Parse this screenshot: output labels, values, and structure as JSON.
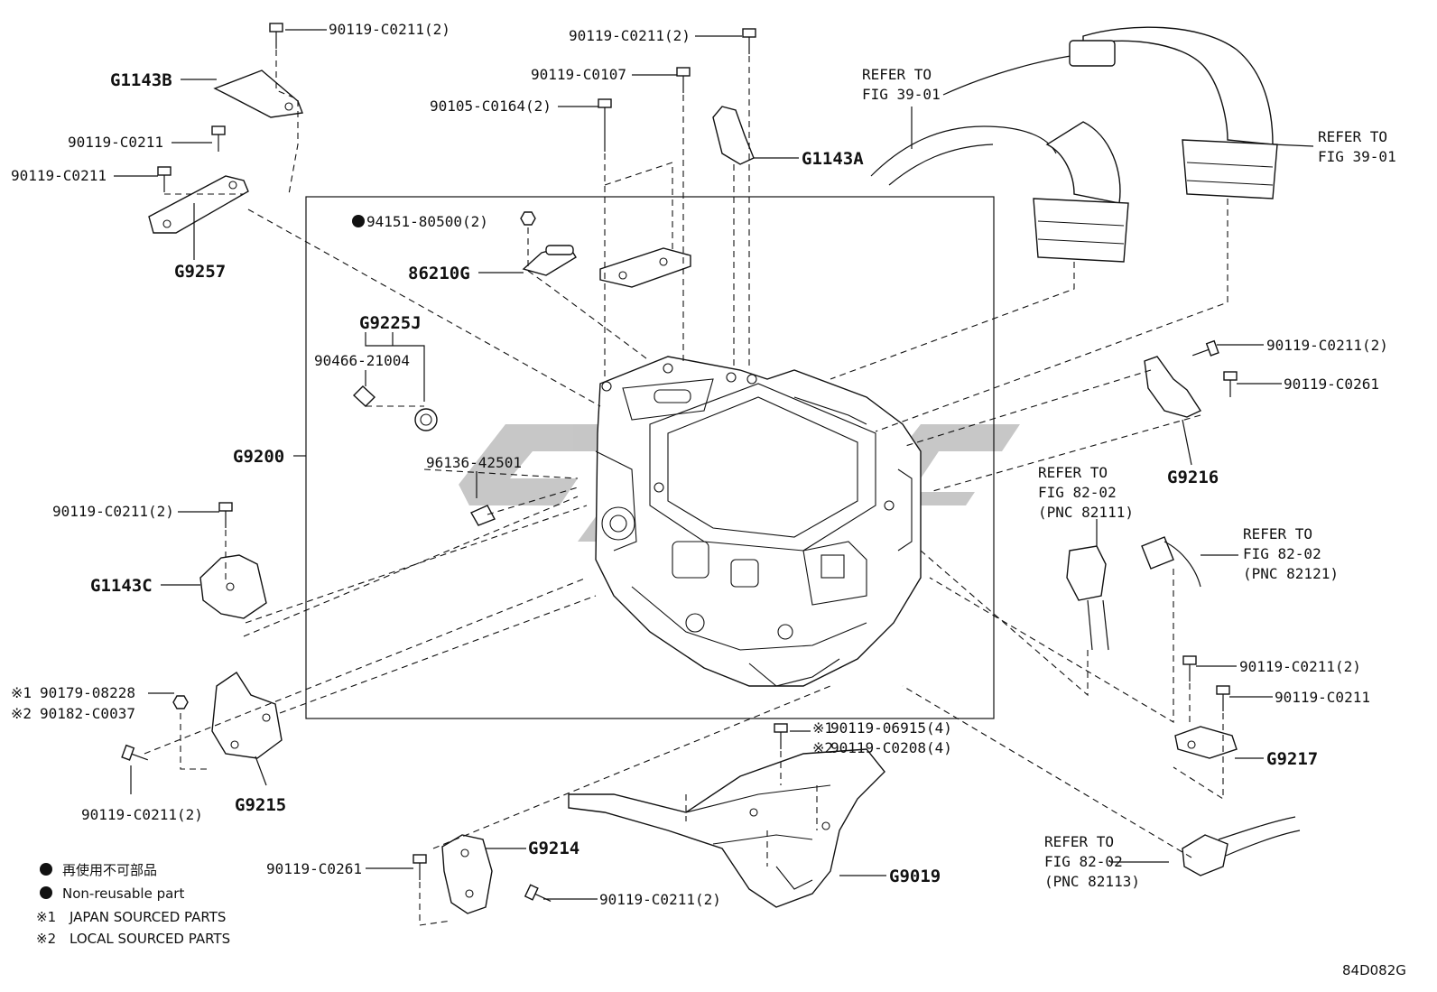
{
  "parts": {
    "p_90119_c0211_2_top": "90119-C0211(2)",
    "p_g1143b": "G1143B",
    "p_90119_c0211_a": "90119-C0211",
    "p_90119_c0211_b": "90119-C0211",
    "p_g9257": "G9257",
    "p_90119_c0211_2_topmid": "90119-C0211(2)",
    "p_90119_c0107": "90119-C0107",
    "p_90105_c0164_2": "90105-C0164(2)",
    "p_g1143a": "G1143A",
    "p_94151_80500_2": "94151-80500(2)",
    "p_86210g": "86210G",
    "p_g9225j": "G9225J",
    "p_90466_21004": "90466-21004",
    "p_96136_42501": "96136-42501",
    "p_g9200": "G9200",
    "p_90119_c0211_2_left": "90119-C0211(2)",
    "p_g1143c": "G1143C",
    "p_90179_08228": "90179-08228",
    "p_90182_c0037": "90182-C0037",
    "p_90119_c0211_2_bl": "90119-C0211(2)",
    "p_g9215": "G9215",
    "p_90119_c0261_bottom": "90119-C0261",
    "p_g9214": "G9214",
    "p_90119_c0211_2_bottom": "90119-C0211(2)",
    "p_90119_06915_4": "90119-06915(4)",
    "p_90119_c0208_4": "90119-C0208(4)",
    "p_g9019": "G9019",
    "p_90119_c0211_2_right": "90119-C0211(2)",
    "p_90119_c0261_right": "90119-C0261",
    "p_g9216": "G9216",
    "p_90119_c0211_2_br": "90119-C0211(2)",
    "p_90119_c0211_br": "90119-C0211",
    "p_g9217": "G9217"
  },
  "marks": {
    "japan": "※1",
    "local": "※2"
  },
  "refs": {
    "refer_to": "REFER TO",
    "fig_39_01_a": "FIG 39-01",
    "fig_39_01_b": "FIG 39-01",
    "fig_82_02_a": "FIG 82-02",
    "pnc_82111": "(PNC 82111)",
    "fig_82_02_b": "FIG 82-02",
    "pnc_82121": "(PNC 82121)",
    "fig_82_02_c": "FIG 82-02",
    "pnc_82113": "(PNC 82113)"
  },
  "legend": {
    "non_reusable_jp": "再使用不可部品",
    "non_reusable_en": "Non-reusable part",
    "japan_sourced": "JAPAN SOURCED PARTS",
    "local_sourced": "LOCAL SOURCED PARTS"
  },
  "figure_code": "84D082G",
  "colors": {
    "line": "#111111",
    "watermark": "#bdbdbd",
    "background": "#ffffff"
  }
}
